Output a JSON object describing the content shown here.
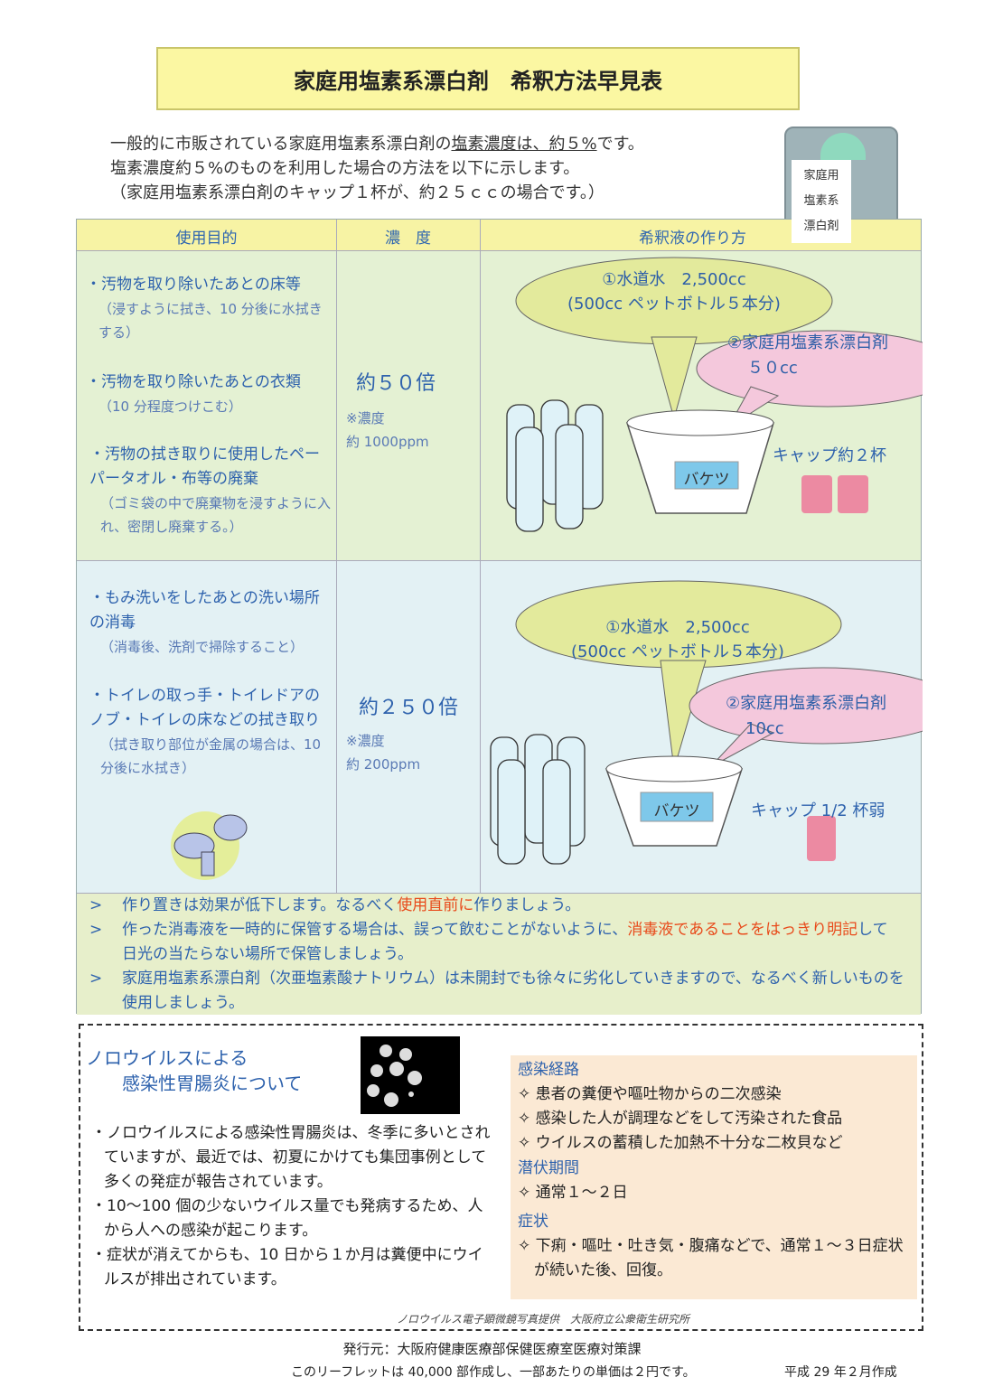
{
  "title": "家庭用塩素系漂白剤　希釈方法早見表",
  "intro": {
    "line1_a": "一般的に市販されている家庭用塩素系漂白剤の",
    "line1_b": "塩素濃度は、約５%",
    "line1_c": "です。",
    "line2": "塩素濃度約５%のものを利用した場合の方法を以下に示します。",
    "line3": "（家庭用塩素系漂白剤のキャップ１杯が、約２５ｃｃの場合です。）"
  },
  "photo": {
    "label_lines": [
      "家庭用",
      "塩素系",
      "漂白剤"
    ]
  },
  "table": {
    "headers": [
      "使用目的",
      "濃　度",
      "希釈液の作り方"
    ],
    "row1": {
      "uses": [
        {
          "title": "・汚物を取り除いたあとの床等",
          "note": "（浸すように拭き、10 分後に水拭きする）"
        },
        {
          "title": "・汚物を取り除いたあとの衣類",
          "note": "（10 分程度つけこむ）"
        },
        {
          "title": "・汚物の拭き取りに使用したペーパータオル・布等の廃棄",
          "note": "（ゴミ袋の中で廃棄物を浸すように入れ、密閉し廃棄する。）"
        }
      ],
      "ratio": "約５０倍",
      "conc_label": "※濃度",
      "conc": "約 1000ppm",
      "water_line1": "①水道水　2,500cc",
      "water_line2": "(500cc ペットボトル５本分)",
      "bleach_line1": "②家庭用塩素系漂白剤",
      "bleach_line2": "５０cc",
      "bucket": "バケツ",
      "cap": "キャップ約２杯"
    },
    "row2": {
      "uses": [
        {
          "title": "・もみ洗いをしたあとの洗い場所の消毒",
          "note": "（消毒後、洗剤で掃除すること）"
        },
        {
          "title": "・トイレの取っ手・トイレドアのノブ・トイレの床などの拭き取り",
          "note": "（拭き取り部位が金属の場合は、10 分後に水拭き）"
        }
      ],
      "ratio": "約２５０倍",
      "conc_label": "※濃度",
      "conc": "約 200ppm",
      "water_line1": "①水道水　2,500cc",
      "water_line2": "(500cc ペットボトル５本分)",
      "bleach_line1": "②家庭用塩素系漂白剤",
      "bleach_line2": "10cc",
      "bucket": "バケツ",
      "cap": "キャップ 1/2 杯弱"
    }
  },
  "notes": [
    {
      "a": "作り置きは効果が低下します。なるべく",
      "r": "使用直前に",
      "b": "作りましょう。"
    },
    {
      "a": "作った消毒液を一時的に保管する場合は、誤って飲むことがないように、",
      "r": "消毒液であることをはっきり明記",
      "b": "して日光の当たらない場所で保管しましょう。"
    },
    {
      "a": "家庭用塩素系漂白剤（次亜塩素酸ナトリウム）は未開封でも徐々に劣化していきますので、なるべく新しいものを使用しましょう。",
      "r": "",
      "b": ""
    }
  ],
  "norovirus": {
    "heading1": "ノロウイルスによる",
    "heading2": "感染性胃腸炎について",
    "bullets": [
      "・ノロウイルスによる感染性胃腸炎は、冬季に多いとされていますが、最近では、初夏にかけても集団事例として多くの発症が報告されています。",
      "・10〜100 個の少ないウイルス量でも発病するため、人から人への感染が起こります。",
      "・症状が消えてからも、10 日から１か月は糞便中にウイルスが排出されています。"
    ],
    "credit": "ノロウイルス電子顕微鏡写真提供　大阪府立公衆衛生研究所",
    "route_h": "感染経路",
    "routes": [
      "✧ 患者の糞便や嘔吐物からの二次感染",
      "✧ 感染した人が調理などをして汚染された食品",
      "✧ ウイルスの蓄積した加熱不十分な二枚貝など"
    ],
    "incubation_h": "潜伏期間",
    "incubation": "✧ 通常１〜２日",
    "symptom_h": "症状",
    "symptom": "✧ 下痢・嘔吐・吐き気・腹痛などで、通常１〜３日症状が続いた後、回復。"
  },
  "footer": {
    "publisher": "発行元：大阪府健康医療部保健医療室医療対策課",
    "print": "このリーフレットは 40,000 部作成し、一部あたりの単価は２円です。",
    "date": "平成 29 年２月作成"
  }
}
